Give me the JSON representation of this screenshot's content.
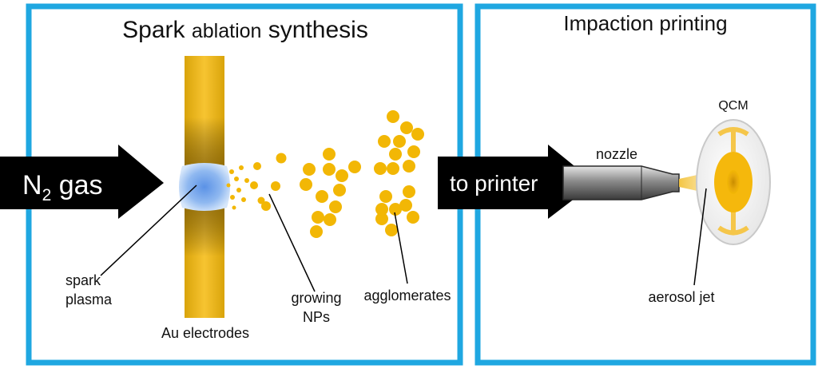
{
  "left_panel": {
    "title_a": "Spark ",
    "title_b": "ablation",
    "title_c": " synthesis",
    "gas_label_n": "N",
    "gas_label_sub": "2",
    "gas_label_rest": " gas",
    "label_spark_1": "spark",
    "label_spark_2": "plasma",
    "label_electrodes": "Au electrodes",
    "label_growing_1": "growing",
    "label_growing_2": "NPs",
    "label_agglomerates": "agglomerates"
  },
  "middle": {
    "arrow_label": "to printer"
  },
  "right_panel": {
    "title": "Impaction printing",
    "label_nozzle": "nozzle",
    "label_qcm": "QCM",
    "label_jet": "aerosol jet"
  },
  "colors": {
    "frame": "#1fa7e1",
    "gold": "#f2b705",
    "electrode_dark": "#b98a10",
    "arrow": "#000000",
    "plasma": "#6fa8e8"
  }
}
